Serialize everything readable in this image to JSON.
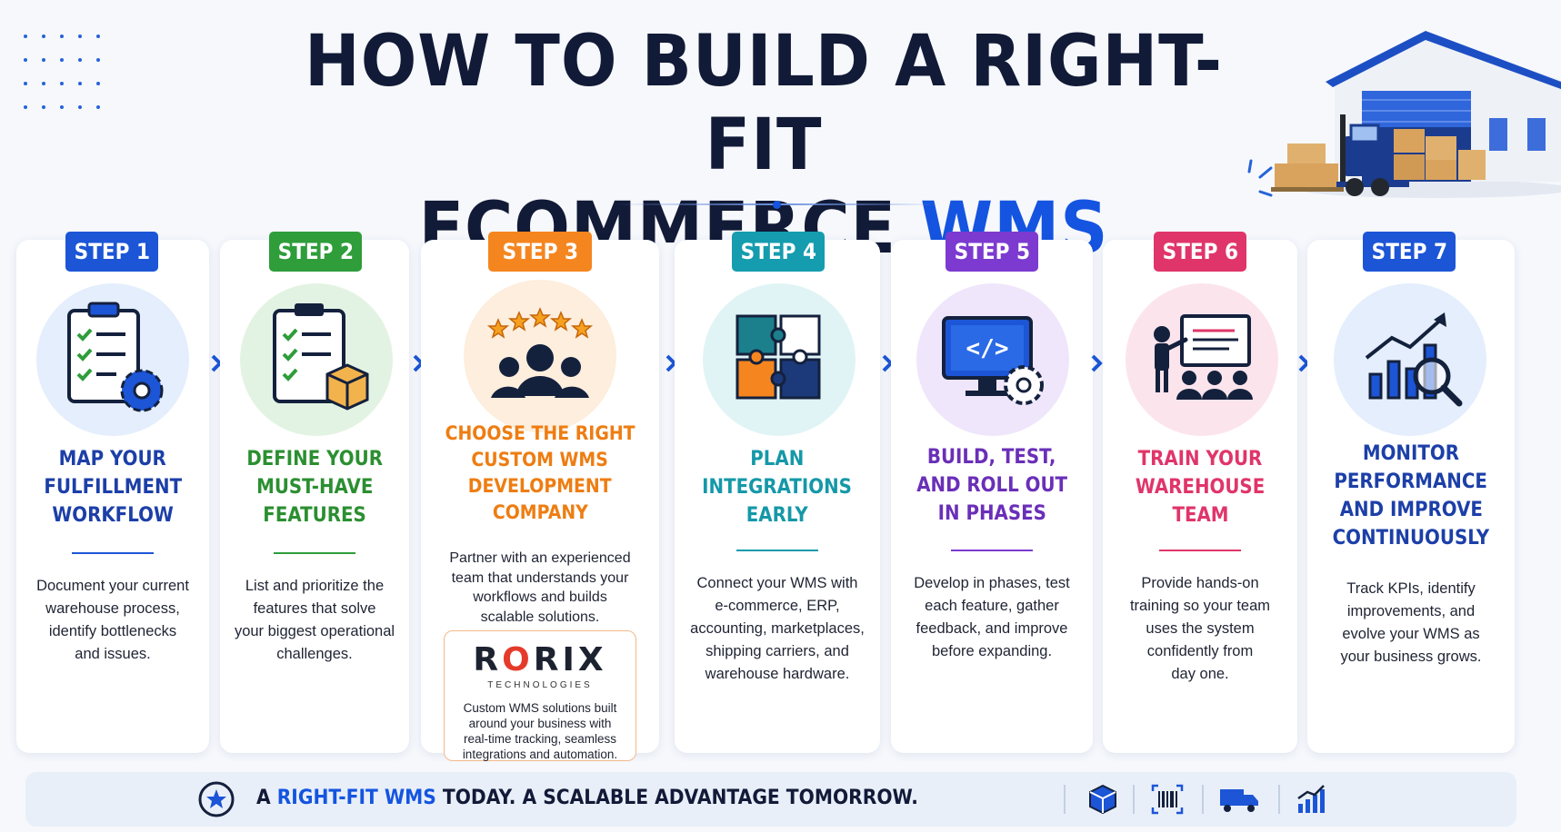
{
  "title": {
    "line1": "HOW TO BUILD A RIGHT-FIT",
    "line2_plain": "ECOMMERCE",
    "line2_accent": "WMS"
  },
  "colors": {
    "step1": "#1c55d6",
    "step2": "#2e9d3a",
    "step3": "#f5861f",
    "step4": "#159cae",
    "step5": "#7c3ad0",
    "step6": "#e0356a",
    "step7": "#1c55d6",
    "navy": "#111a36"
  },
  "steps": [
    {
      "badge": "STEP 1",
      "title": [
        "MAP YOUR",
        "FULFILLMENT",
        "WORKFLOW"
      ],
      "desc": [
        "Document your current",
        "warehouse process,",
        "identify bottlenecks",
        "and issues."
      ],
      "icon": "clipboard-gear-icon"
    },
    {
      "badge": "STEP 2",
      "title": [
        "DEFINE YOUR",
        "MUST-HAVE",
        "FEATURES"
      ],
      "desc": [
        "List and prioritize the",
        "features that solve",
        "your biggest operational",
        "challenges."
      ],
      "icon": "clipboard-box-icon"
    },
    {
      "badge": "STEP 3",
      "title": [
        "CHOOSE THE RIGHT",
        "CUSTOM WMS",
        "DEVELOPMENT",
        "COMPANY"
      ],
      "desc": [
        "Partner with an experienced",
        "team that understands your",
        "workflows and builds",
        "scalable solutions."
      ],
      "icon": "team-stars-icon"
    },
    {
      "badge": "STEP 4",
      "title": [
        "PLAN",
        "INTEGRATIONS",
        "EARLY"
      ],
      "desc": [
        "Connect your WMS with",
        "e-commerce, ERP,",
        "accounting, marketplaces,",
        "shipping carriers, and",
        "warehouse hardware."
      ],
      "icon": "puzzle-icon"
    },
    {
      "badge": "STEP 5",
      "title": [
        "BUILD, TEST,",
        "AND ROLL OUT",
        "IN PHASES"
      ],
      "desc": [
        "Develop in phases, test",
        "each feature, gather",
        "feedback, and improve",
        "before expanding."
      ],
      "icon": "monitor-code-icon"
    },
    {
      "badge": "STEP 6",
      "title": [
        "TRAIN YOUR",
        "WAREHOUSE",
        "TEAM"
      ],
      "desc": [
        "Provide hands-on",
        "training so your team",
        "uses the system",
        "confidently from",
        "day one."
      ],
      "icon": "trainer-board-icon"
    },
    {
      "badge": "STEP 7",
      "title": [
        "MONITOR",
        "PERFORMANCE",
        "AND IMPROVE",
        "CONTINUOUSLY"
      ],
      "desc": [
        "Track KPIs, identify",
        "improvements, and",
        "evolve your WMS as",
        "your business grows."
      ],
      "icon": "chart-magnifier-icon"
    }
  ],
  "rorix": {
    "logo_r1": "R",
    "logo_o": "O",
    "logo_rest": "RIX",
    "tagline": "TECHNOLOGIES",
    "desc": [
      "Custom WMS solutions built",
      "around your business with",
      "real-time tracking, seamless",
      "integrations and automation."
    ]
  },
  "footer": {
    "slogan_a": "A ",
    "slogan_hl": "RIGHT-FIT WMS",
    "slogan_b": " TODAY. A SCALABLE ADVANTAGE TOMORROW.",
    "icons": [
      "box-icon",
      "barcode-icon",
      "truck-icon",
      "growth-chart-icon"
    ]
  }
}
